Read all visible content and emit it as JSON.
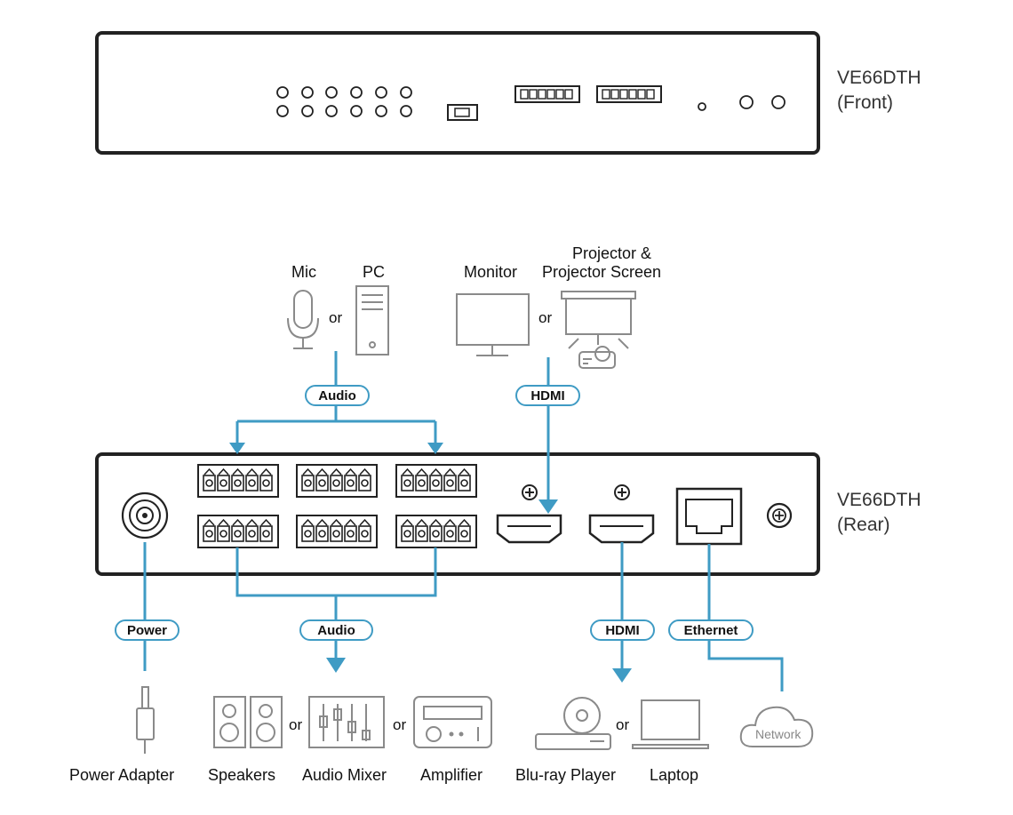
{
  "devices": {
    "front": {
      "model": "VE66DTH",
      "side": "(Front)"
    },
    "rear": {
      "model": "VE66DTH",
      "side": "(Rear)"
    }
  },
  "sources": {
    "mic": "Mic",
    "pc": "PC",
    "monitor": "Monitor",
    "projector_line1": "Projector &",
    "projector_line2": "Projector Screen"
  },
  "outputs": {
    "power_adapter": "Power Adapter",
    "speakers": "Speakers",
    "audio_mixer": "Audio Mixer",
    "amplifier": "Amplifier",
    "bluray": "Blu-ray Player",
    "laptop": "Laptop",
    "network": "Network"
  },
  "connectors": {
    "audio_in": "Audio",
    "hdmi_in": "HDMI",
    "power": "Power",
    "audio_out": "Audio",
    "hdmi_out": "HDMI",
    "ethernet": "Ethernet"
  },
  "or_text": "or",
  "colors": {
    "line": "#3f9bc4",
    "device": "#222222",
    "icon": "#8a8a8a"
  }
}
